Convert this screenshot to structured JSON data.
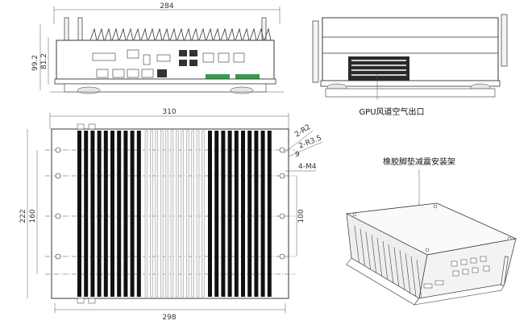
{
  "front_view": {
    "width_dim": "284",
    "height_dims": [
      "99.2",
      "81.2"
    ]
  },
  "side_view": {
    "caption": "GPU风道空气出口"
  },
  "top_view": {
    "width_dim": "310",
    "bottom_dim": "298",
    "height_dims": [
      "222",
      "160"
    ],
    "right_dim": "100",
    "radius_notes": [
      "2-R2",
      "2-R3.5"
    ],
    "small_dim": "9",
    "hole_note": "4-M4"
  },
  "iso_view": {
    "caption": "橡胶脚垫减震安装架"
  }
}
